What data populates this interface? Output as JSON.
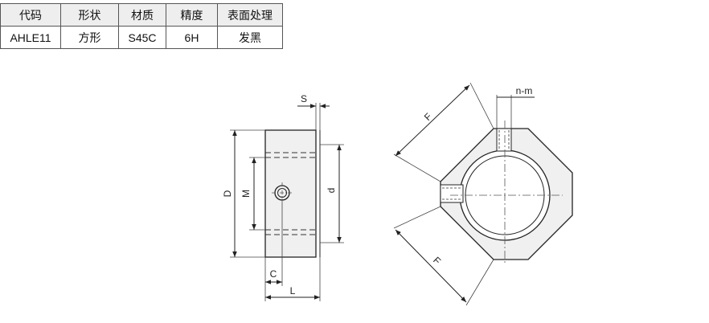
{
  "table": {
    "headers": [
      "代码",
      "形状",
      "材质",
      "精度",
      "表面处理"
    ],
    "rows": [
      [
        "AHLE11",
        "方形",
        "S45C",
        "6H",
        "发黑"
      ]
    ]
  },
  "labels": {
    "S": "S",
    "D": "D",
    "M": "M",
    "d": "d",
    "C": "C",
    "L": "L",
    "F_top": "F",
    "F_bottom": "F",
    "nm": "n-m"
  }
}
